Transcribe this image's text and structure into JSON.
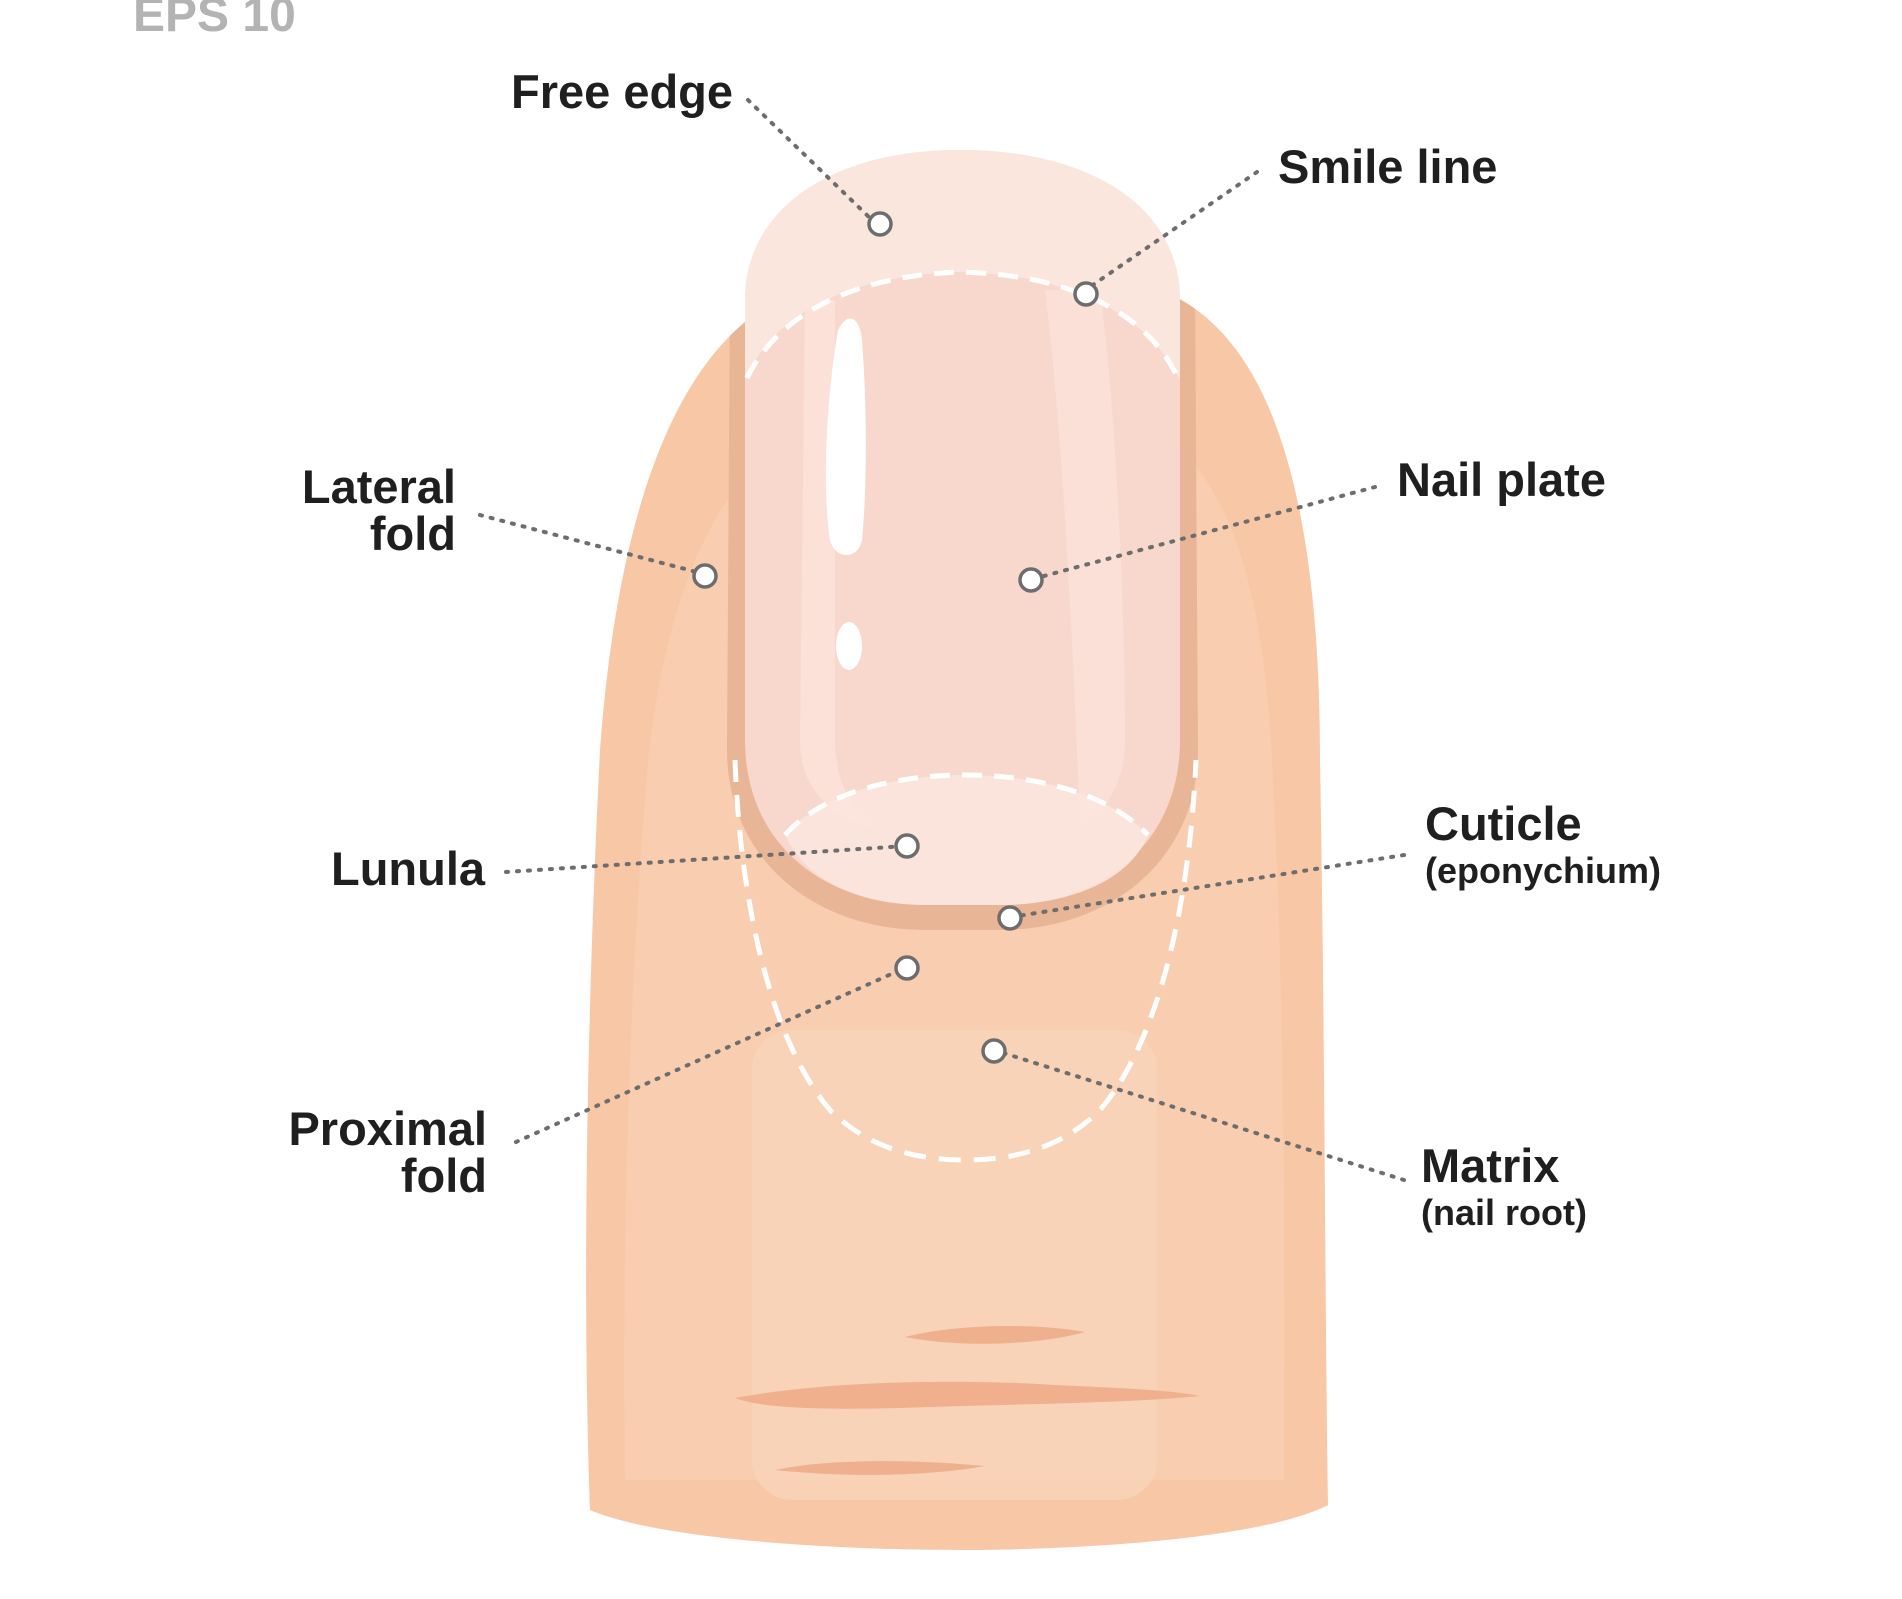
{
  "watermark": "EPS 10",
  "labels": {
    "free_edge": "Free edge",
    "smile_line": "Smile line",
    "lateral_fold_line1": "Lateral",
    "lateral_fold_line2": "fold",
    "nail_plate": "Nail plate",
    "lunula": "Lunula",
    "cuticle": "Cuticle",
    "cuticle_sub": "(eponychium)",
    "proximal_fold_line1": "Proximal",
    "proximal_fold_line2": "fold",
    "matrix": "Matrix",
    "matrix_sub": "(nail root)"
  },
  "colors": {
    "skin": "#f8c7a6",
    "skin_light": "#fad3b8",
    "skin_shadow": "#efb58f",
    "nail_plate": "#f8d8cc",
    "nail_rim": "#e5b393",
    "free_edge": "#fbe6de",
    "leader": "#6d6d6d",
    "text": "#1f1f1f",
    "watermark": "#b3b3b3"
  }
}
